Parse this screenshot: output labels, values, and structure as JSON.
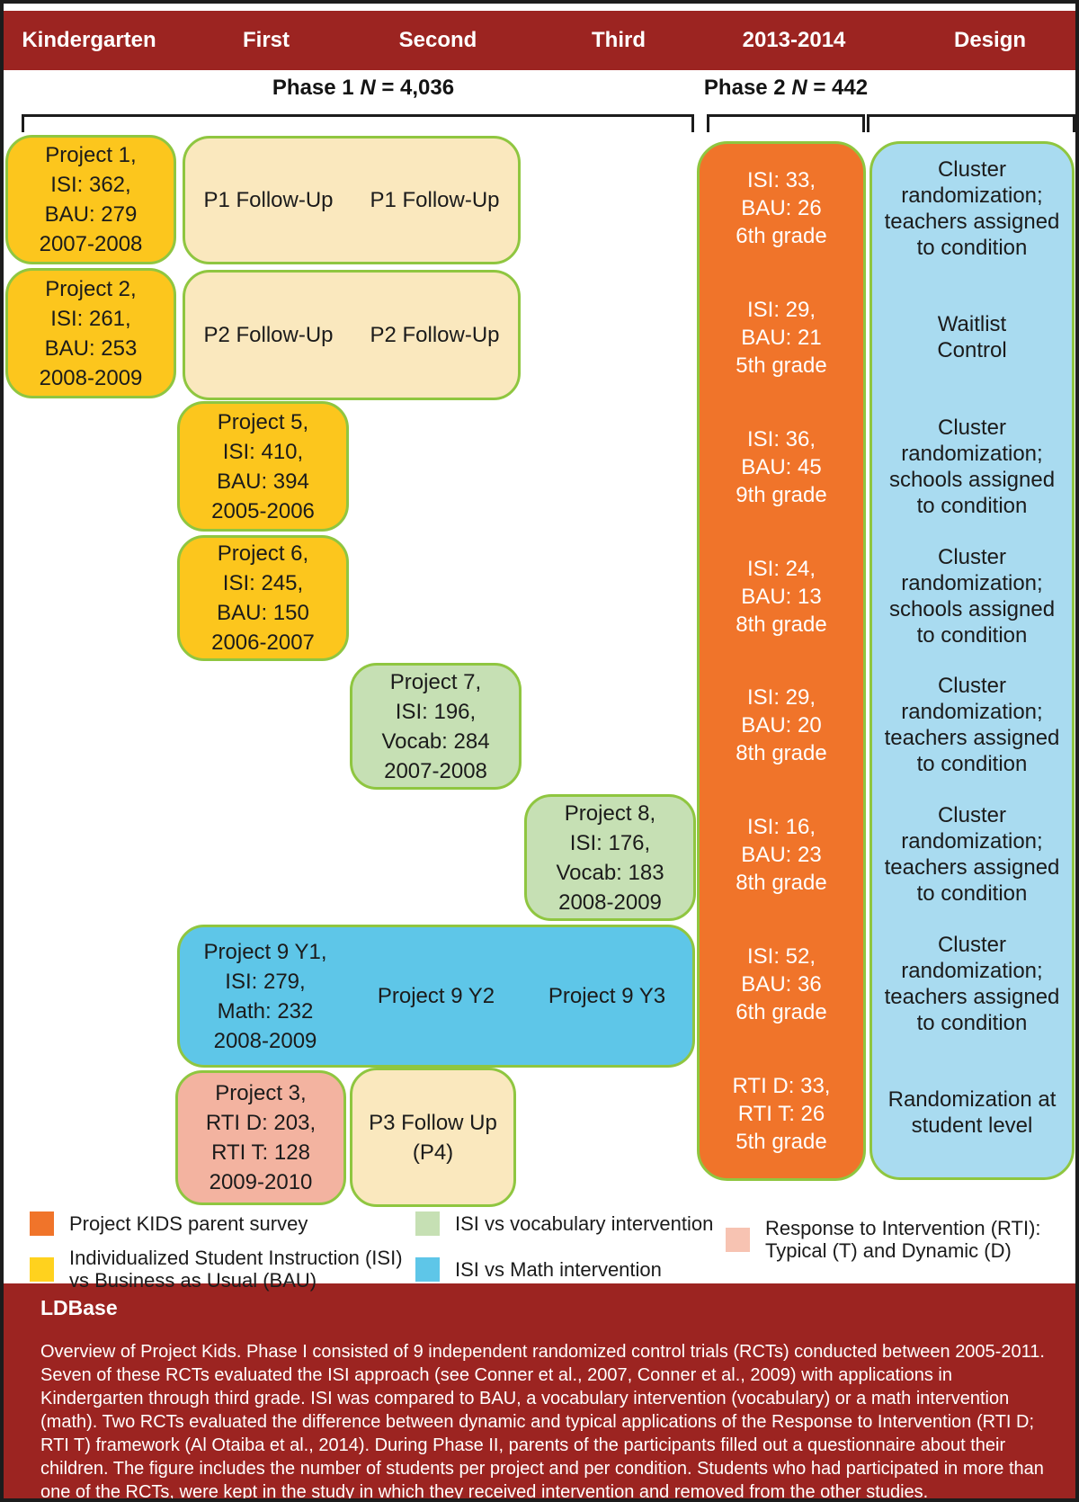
{
  "colors": {
    "header_red": "#9C2421",
    "box_yellow": "#FCC61D",
    "box_cream": "#FAE8BE",
    "box_green": "#C6E0B4",
    "box_blue": "#5EC6E8",
    "box_pink": "#F3B3A0",
    "survey_orange": "#F0742A",
    "design_light_blue": "#A9DBF0",
    "box_border_green": "#8FC640",
    "legend_pink": "#F7C3B2"
  },
  "header": {
    "columns": [
      "Kindergarten",
      "First",
      "Second",
      "Third",
      "2013-2014",
      "Design"
    ]
  },
  "phases": {
    "p1": {
      "label": "Phase 1",
      "n": "N",
      "eq": "= 4,036"
    },
    "p2": {
      "label": "Phase 2",
      "n": "N",
      "eq": "= 442"
    }
  },
  "boxes": {
    "project1": {
      "l1": "Project 1,",
      "l2": "ISI: 362,",
      "l3": "BAU: 279",
      "l4": "2007-2008"
    },
    "p1_followup": {
      "first": "P1 Follow-Up",
      "second": "P1 Follow-Up"
    },
    "project2": {
      "l1": "Project 2,",
      "l2": "ISI: 261,",
      "l3": "BAU: 253",
      "l4": "2008-2009"
    },
    "p2_followup": {
      "first": "P2 Follow-Up",
      "second": "P2 Follow-Up"
    },
    "project5": {
      "l1": "Project 5,",
      "l2": "ISI: 410,",
      "l3": "BAU: 394",
      "l4": "2005-2006"
    },
    "project6": {
      "l1": "Project 6,",
      "l2": "ISI: 245,",
      "l3": "BAU: 150",
      "l4": "2006-2007"
    },
    "project7": {
      "l1": "Project 7,",
      "l2": "ISI: 196,",
      "l3": "Vocab: 284",
      "l4": "2007-2008"
    },
    "project8": {
      "l1": "Project 8,",
      "l2": "ISI: 176,",
      "l3": "Vocab: 183",
      "l4": "2008-2009"
    },
    "project9": {
      "l1": "Project 9 Y1,",
      "l2": "ISI: 279,",
      "l3": "Math: 232",
      "l4": "2008-2009",
      "y2": "Project 9 Y2",
      "y3": "Project 9 Y3"
    },
    "project3": {
      "l1": "Project 3,",
      "l2": "RTI D: 203,",
      "l3": "RTI T: 128",
      "l4": "2009-2010"
    },
    "p3_followup": {
      "l1": "P3 Follow Up",
      "l2": "(P4)"
    }
  },
  "survey": {
    "cells": [
      {
        "l1": "ISI: 33,",
        "l2": "BAU: 26",
        "l3": "6th grade"
      },
      {
        "l1": "ISI: 29,",
        "l2": "BAU: 21",
        "l3": "5th grade"
      },
      {
        "l1": "ISI: 36,",
        "l2": "BAU: 45",
        "l3": "9th grade"
      },
      {
        "l1": "ISI: 24,",
        "l2": "BAU: 13",
        "l3": "8th grade"
      },
      {
        "l1": "ISI: 29,",
        "l2": "BAU: 20",
        "l3": "8th grade"
      },
      {
        "l1": "ISI: 16,",
        "l2": "BAU: 23",
        "l3": "8th grade"
      },
      {
        "l1": "ISI: 52,",
        "l2": "BAU: 36",
        "l3": "6th grade"
      },
      {
        "l1": "RTI D: 33,",
        "l2": "RTI T: 26",
        "l3": "5th grade"
      }
    ]
  },
  "design": {
    "cells": [
      "Cluster\nrandomization;\nteachers assigned\nto condition",
      "Waitlist\nControl",
      "Cluster\nrandomization;\nschools assigned\nto condition",
      "Cluster\nrandomization;\nschools assigned\nto condition",
      "Cluster\nrandomization;\nteachers assigned\nto condition",
      "Cluster\nrandomization;\nteachers assigned\nto condition",
      "Cluster\nrandomization;\nteachers assigned\nto condition",
      "Randomization at\nstudent level"
    ]
  },
  "legend": {
    "items": [
      {
        "label": "Project KIDS parent survey"
      },
      {
        "label": "Individualized Student Instruction (ISI)\nvs Business as Usual (BAU)"
      },
      {
        "label": "ISI vs vocabulary intervention"
      },
      {
        "label": "ISI vs Math intervention"
      },
      {
        "label": "Response to Intervention (RTI):\nTypical (T) and Dynamic (D)"
      }
    ]
  },
  "footer": {
    "title": "LDBase",
    "body": "Overview of Project Kids. Phase I consisted of 9 independent randomized control trials (RCTs) conducted between 2005-2011. Seven of these RCTs evaluated the ISI approach (see Conner et al., 2007, Conner et al., 2009) with applications in Kindergarten through third grade. ISI was compared to BAU, a vocabulary intervention (vocabulary) or a math intervention (math). Two RCTs evaluated the difference between dynamic and typical applications of the Response to Intervention (RTI D; RTI T) framework (Al Otaiba et al., 2014).  During Phase II, parents of the participants filled out a questionnaire about their children. The figure includes the number of students per project and per condition. Students who had participated in more than one of the RCTs, were kept in the study in which they received intervention and removed from the other studies."
  }
}
